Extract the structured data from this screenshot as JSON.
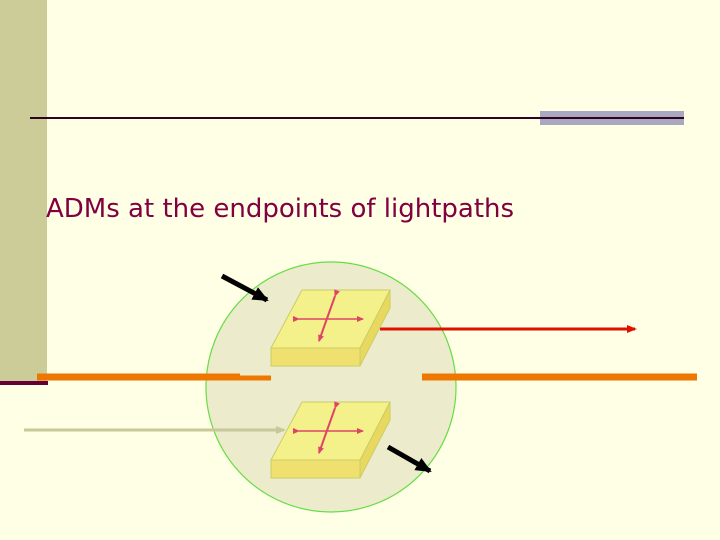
{
  "slide": {
    "title": "ADMs at the endpoints of lightpaths"
  },
  "colors": {
    "background": "#ffffe5",
    "title": "#800040",
    "fiber": "#ee7700",
    "lightpath_red": "#dd1100",
    "lightpath_gray": "#c8c898",
    "node_fill": "#ececcc",
    "node_border": "#66dd44",
    "adm_top": "#f4f08a",
    "adm_front": "#f0e070",
    "adm_arrows": "#dd4466",
    "black_arrows": "#000000"
  },
  "diagram": {
    "node": "optical-node",
    "adms": [
      "adm-upper",
      "adm-lower"
    ],
    "icons": [
      "black-arrow-in",
      "black-arrow-out",
      "red-lightpath-arrow",
      "gray-lightpath-arrow"
    ]
  }
}
